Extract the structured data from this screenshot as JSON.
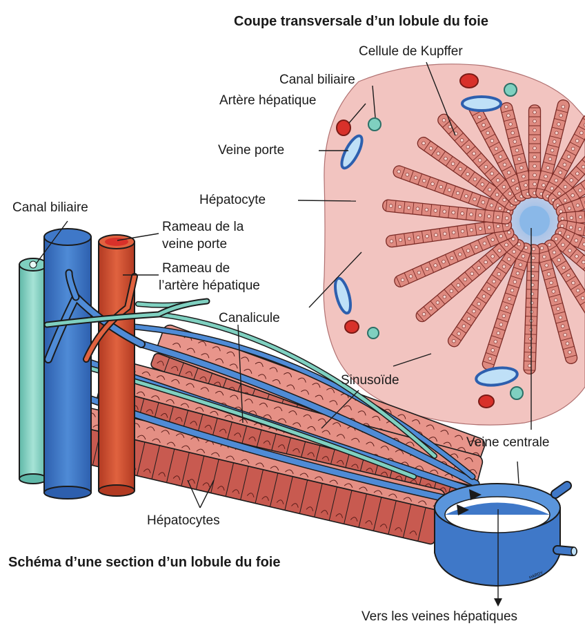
{
  "titles": {
    "cross_section": "Coupe transversale d’un lobule du foie",
    "schema": "Schéma d’une section d’un lobule du foie"
  },
  "labels": {
    "kupffer": "Cellule de Kupffer",
    "bile_canal_top": "Canal biliaire",
    "hepatic_artery": "Artère hépatique",
    "portal_vein": "Veine porte",
    "hepatocyte": "Hépatocyte",
    "bile_canal_left": "Canal biliaire",
    "portal_branch_1": "Rameau de la",
    "portal_branch_2": "veine porte",
    "artery_branch_1": "Rameau de",
    "artery_branch_2": "l’artère hépatique",
    "canalicule": "Canalicule",
    "sinusoid": "Sinusoïde",
    "central_vein": "Veine centrale",
    "hepatocytes": "Hépatocytes",
    "to_hepatic_veins": "Vers les veines hépatiques",
    "signature": "HARDY"
  },
  "colors": {
    "lobule_bg": "#f2c4c0",
    "hepatocyte_fill": "#de8a80",
    "hepatocyte_stroke": "#7a2a25",
    "central_vein": "#8ab8e8",
    "vein_blue": "#3f78c8",
    "artery_red": "#d24a2e",
    "bile_green": "#7fd0c0",
    "outline": "#1b1b1b"
  }
}
